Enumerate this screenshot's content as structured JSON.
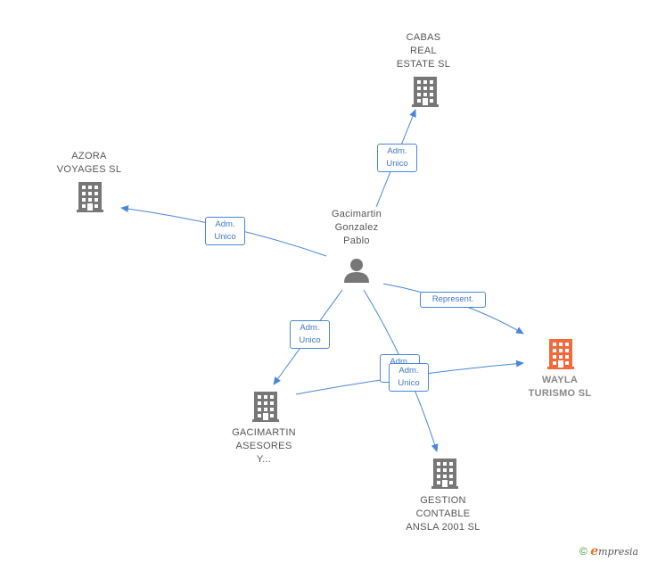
{
  "nodes": {
    "person": {
      "label": "Gacimartin\nGonzalez\nPablo"
    },
    "cabas": {
      "label": "CABAS\nREAL\nESTATE  SL"
    },
    "azora": {
      "label": "AZORA\nVOYAGES  SL"
    },
    "wayla": {
      "label": "WAYLA\nTURISMO  SL"
    },
    "gacimartin_asesores": {
      "label": "GACIMARTIN\nASESORES\nY..."
    },
    "gestion": {
      "label": "GESTION\nCONTABLE\nANSLA 2001 SL"
    }
  },
  "edges": {
    "to_cabas": "Adm.\nUnico",
    "to_azora": "Adm.\nUnico",
    "to_wayla": "Represent.",
    "to_asesores": "Adm.\nUnico",
    "to_gestion": "Adm.\nUnico",
    "overlap": "Adm.\nUnico"
  },
  "colors": {
    "edge": "#4a86d8",
    "building": "#777777",
    "focus_building": "#f26a3b",
    "person": "#777777"
  },
  "icons": {
    "person": "person-icon",
    "company": "building-icon"
  },
  "footer": {
    "copyright": "©",
    "brand": "mpresia",
    "brand_initial": "e"
  }
}
